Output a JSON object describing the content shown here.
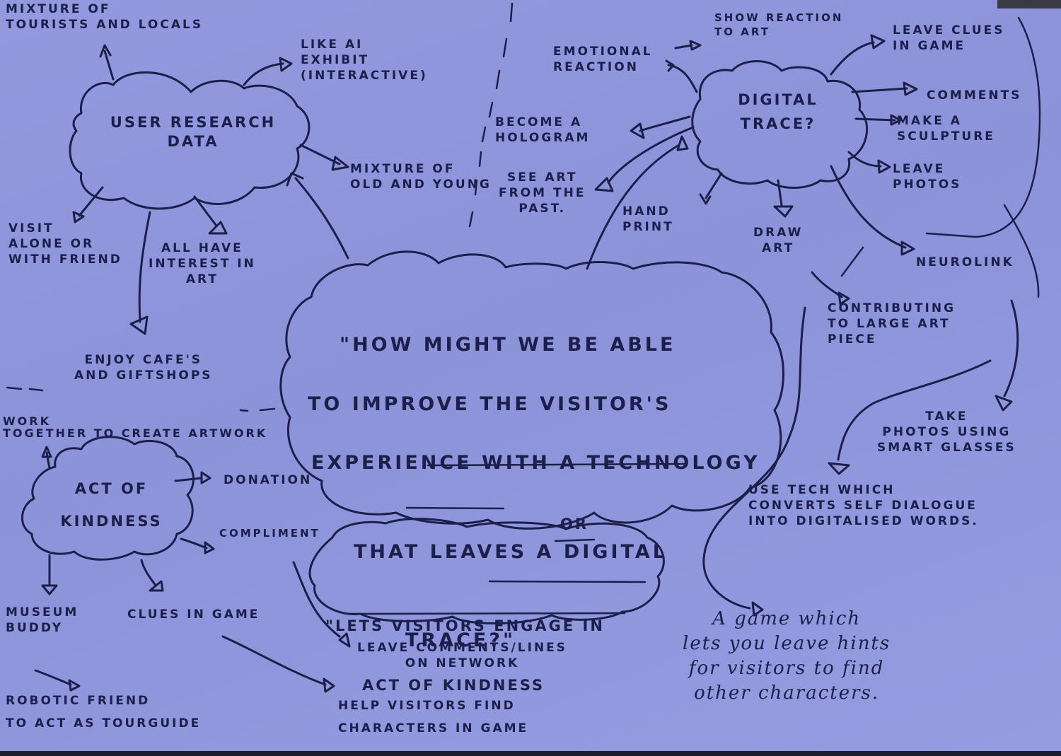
{
  "mindmap": {
    "central_question": {
      "line1": "\"How might we be able",
      "line2": "to improve the visitor's",
      "line3": "experience with a technology",
      "line4_prefix": "that ",
      "line4_underlined": "leaves a digital",
      "line5_underlined": "trace?",
      "line5_suffix": "\""
    },
    "or_label": "or",
    "alternative_question": {
      "line1_prefix": "\"Lets visitors ",
      "line1_underlined": "engage in",
      "line2_underlined": "act of kindness"
    },
    "user_research": {
      "title": "User research\ndata",
      "branches": {
        "tourists": "Mixture of\ntourists and locals",
        "ai_exhibit": "Like AI\nexhibit\n(interactive)",
        "old_young": "Mixture of\nold and young",
        "visit_alone": "Visit\nalone or\nwith friend",
        "interest_art": "All have\ninterest in\nart",
        "cafes": "Enjoy cafe's\nand giftshops"
      }
    },
    "digital_trace": {
      "title": "Digital\ntrace?",
      "branches": {
        "emotional": "Emotional\nreaction",
        "show_reaction": "Show reaction\nto art",
        "leave_clues": "Leave clues\nin game",
        "comments": "Comments",
        "sculpture": "Make a\nsculpture",
        "photos": "Leave\nphotos",
        "hologram": "Become a\nhologram",
        "see_art": "See art\nfrom the\npast.",
        "hand_print": "Hand\nprint",
        "draw_art": "Draw\nart",
        "neurolink": "Neurolink"
      }
    },
    "right_ideas": {
      "contribute": "Contributing\nto large art\npiece",
      "smart_glasses": "Take\nphotos using\nsmart glasses",
      "self_dialogue": "Use tech which\nconverts self dialogue\ninto digitalised words.",
      "game_hints": "A game which\nlets you leave hints\nfor visitors to find\nother characters."
    },
    "act_of_kindness": {
      "title": "Act of\nkindness",
      "branches": {
        "work_together": "Work\ntogether to create artwork",
        "donation": "Donation",
        "compliment": "Compliment",
        "museum_buddy": "Museum\nbuddy",
        "clues_game": "Clues in game",
        "robotic_friend": "Robotic friend\nto act as tourguide",
        "help_visitors": "Help visitors find\ncharacters in game",
        "leave_comments": "Leave comments/lines\non network"
      }
    },
    "colors": {
      "paper": "#8e94d8",
      "ink": "#1c1f4a"
    }
  }
}
